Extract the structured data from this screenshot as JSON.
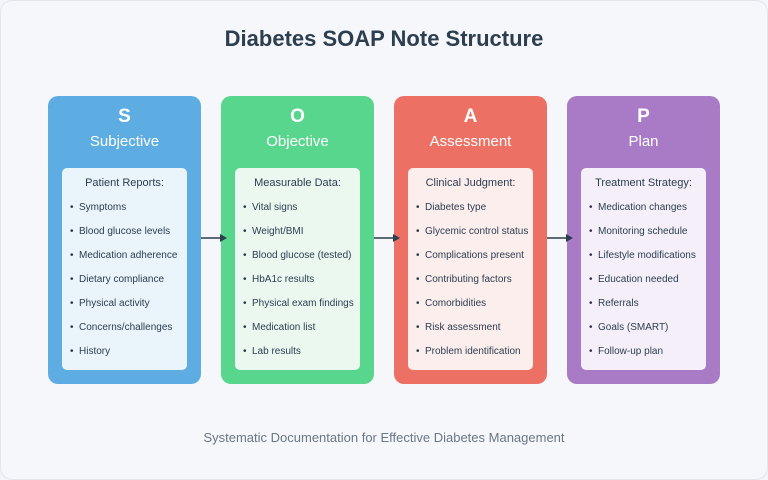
{
  "title": "Diabetes SOAP Note Structure",
  "subtitle": "Systematic Documentation for Effective Diabetes Management",
  "cards": [
    {
      "letter": "S",
      "name": "Subjective",
      "color": "#5dade2",
      "inner_bg": "#eaf4fb",
      "heading": "Patient Reports:",
      "items": [
        "Symptoms",
        "Blood glucose levels",
        "Medication adherence",
        "Dietary compliance",
        "Physical activity",
        "Concerns/challenges",
        "History"
      ]
    },
    {
      "letter": "O",
      "name": "Objective",
      "color": "#58d68d",
      "inner_bg": "#ebf8f0",
      "heading": "Measurable Data:",
      "items": [
        "Vital signs",
        "Weight/BMI",
        "Blood glucose (tested)",
        "HbA1c results",
        "Physical exam findings",
        "Medication list",
        "Lab results"
      ]
    },
    {
      "letter": "A",
      "name": "Assessment",
      "color": "#ec7063",
      "inner_bg": "#fbeeec",
      "heading": "Clinical Judgment:",
      "items": [
        "Diabetes type",
        "Glycemic control status",
        "Complications present",
        "Contributing factors",
        "Comorbidities",
        "Risk assessment",
        "Problem identification"
      ]
    },
    {
      "letter": "P",
      "name": "Plan",
      "color": "#a97bc6",
      "inner_bg": "#f4eff8",
      "heading": "Treatment Strategy:",
      "items": [
        "Medication changes",
        "Monitoring schedule",
        "Lifestyle modifications",
        "Education needed",
        "Referrals",
        "Goals (SMART)",
        "Follow-up plan"
      ]
    }
  ],
  "bullet": "•",
  "arrow_color": "#2c3e50"
}
